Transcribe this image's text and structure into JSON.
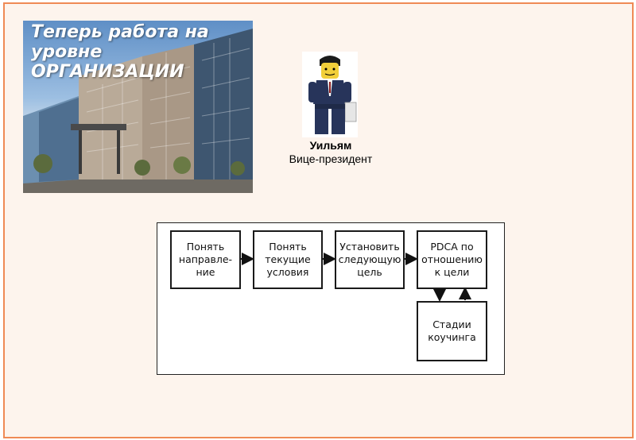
{
  "slide": {
    "headline": "Теперь работа на\nуровне\nОРГАНИЗАЦИИ",
    "person": {
      "name": "Уильям",
      "role": "Вице-президент"
    }
  },
  "flow": {
    "steps": [
      "Понять\nнаправле-\nние",
      "Понять\nтекущие\nусловия",
      "Установить\nследующую\nцель",
      "PDCA по\nотношению\nк цели",
      "Стадии\nкоучинга"
    ]
  },
  "colors": {
    "border": "#ef8a55",
    "background": "#fdf4ed"
  }
}
